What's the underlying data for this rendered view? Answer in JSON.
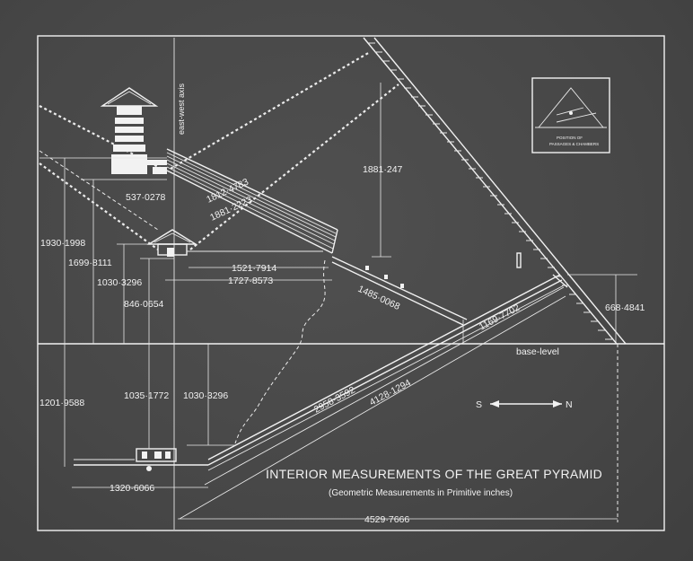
{
  "labels": {
    "axis": "east-west axis",
    "d_537": "537·0278",
    "d_1812": "1812·4783",
    "d_1881_2223": "1881·2223",
    "d_1881_247": "1881·247",
    "d_1930": "1930·1998",
    "d_1699": "1699·8111",
    "d_1030_a": "1030·3296",
    "d_846": "846·0654",
    "d_1521": "1521·7914",
    "d_1727": "1727·8573",
    "d_1485": "1485·0068",
    "d_668": "668·4841",
    "d_1169": "1169·7702",
    "d_base": "base-level",
    "d_1201": "1201·9588",
    "d_1035": "1035·1772",
    "d_1030_b": "1030·3296",
    "d_2958": "2958·3592",
    "d_4128": "4128·1294",
    "d_1320": "1320·6066",
    "d_4529": "4529·7666"
  },
  "compass": {
    "south": "S",
    "north": "N"
  },
  "title": "INTERIOR MEASUREMENTS OF THE GREAT PYRAMID",
  "subtitle": "(Geometric Measurements in Primitive inches)",
  "inset": {
    "caption_1": "POSITION OF",
    "caption_2": "PASSAGES & CHAMBERS"
  },
  "colors": {
    "paper": "#4a4a4a",
    "ink": "#f2f2f2"
  }
}
